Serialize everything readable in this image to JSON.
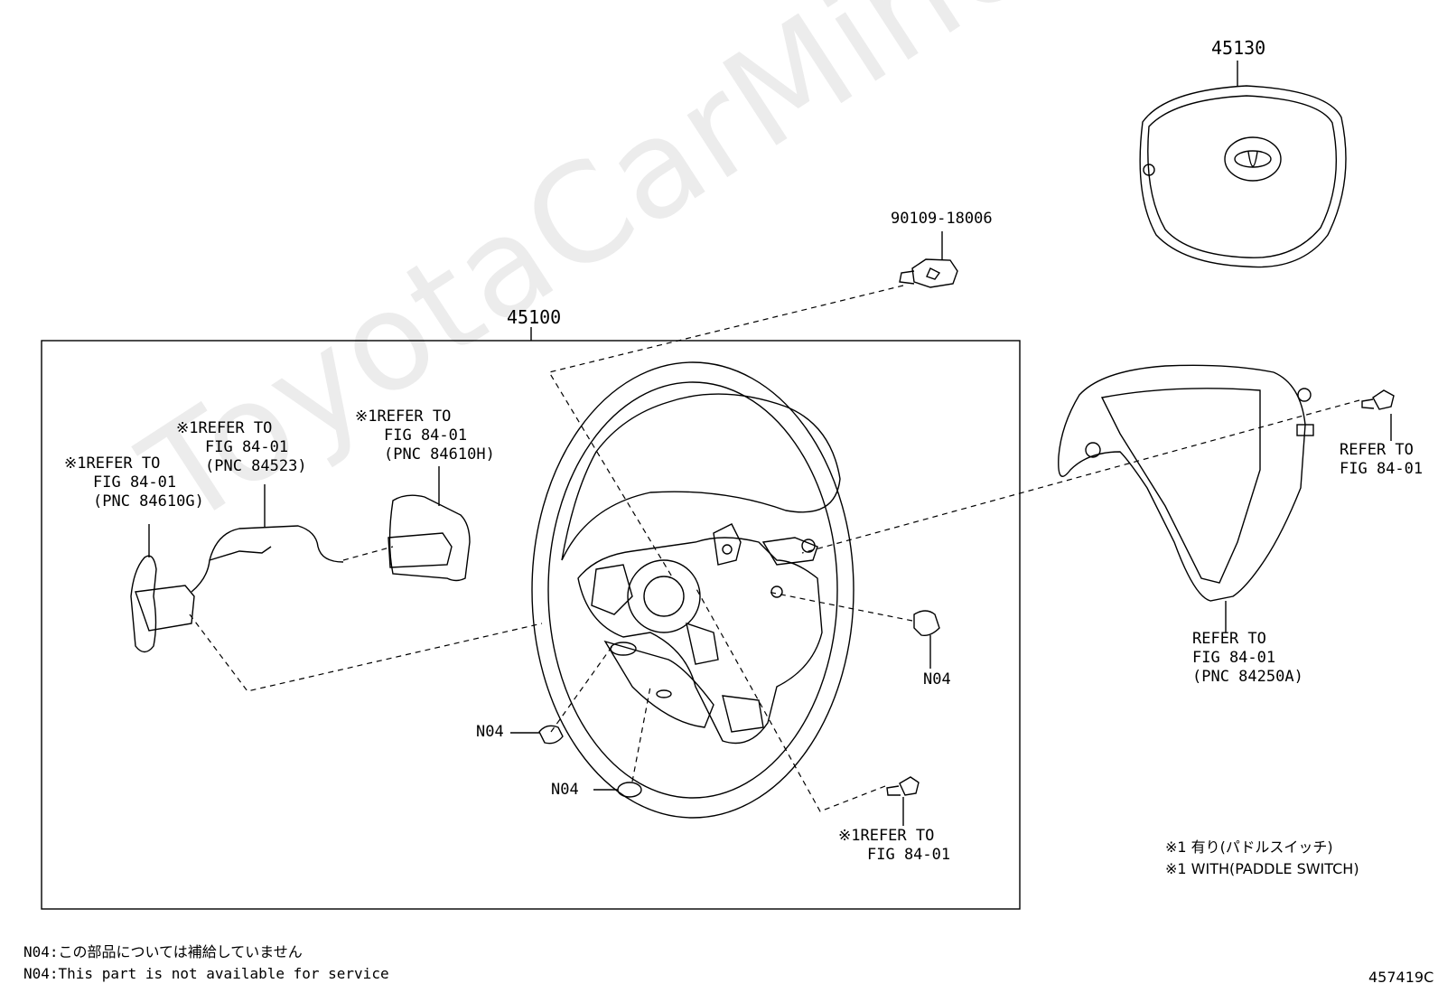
{
  "watermark": "ToyotaCarMine.ru",
  "figure_id": "457419C",
  "parts": {
    "airbag": "45130",
    "bolt": "90109-18006",
    "wheel_assy": "45100",
    "n04_right": "N04",
    "n04_left": "N04",
    "n04_bottom": "N04"
  },
  "refs": {
    "paddle_left": [
      "※1REFER TO",
      "FIG 84-01",
      "(PNC 84610G)"
    ],
    "harness": [
      "※1REFER TO",
      "FIG 84-01",
      "(PNC 84523)"
    ],
    "paddle_right": [
      "※1REFER TO",
      "FIG 84-01",
      "(PNC 84610H)"
    ],
    "screw_right": [
      "REFER TO",
      "FIG 84-01"
    ],
    "cover": [
      "REFER TO",
      "FIG 84-01",
      "(PNC 84250A)"
    ],
    "screw_bottom": [
      "※1REFER TO",
      "FIG 84-01"
    ]
  },
  "legend": {
    "jp": "※1 有り(パドルスイッチ)",
    "en": "※1 WITH(PADDLE SWITCH)"
  },
  "footnotes": {
    "jp": "N04:この部品については補給していません",
    "en": "N04:This part is not available for service"
  }
}
